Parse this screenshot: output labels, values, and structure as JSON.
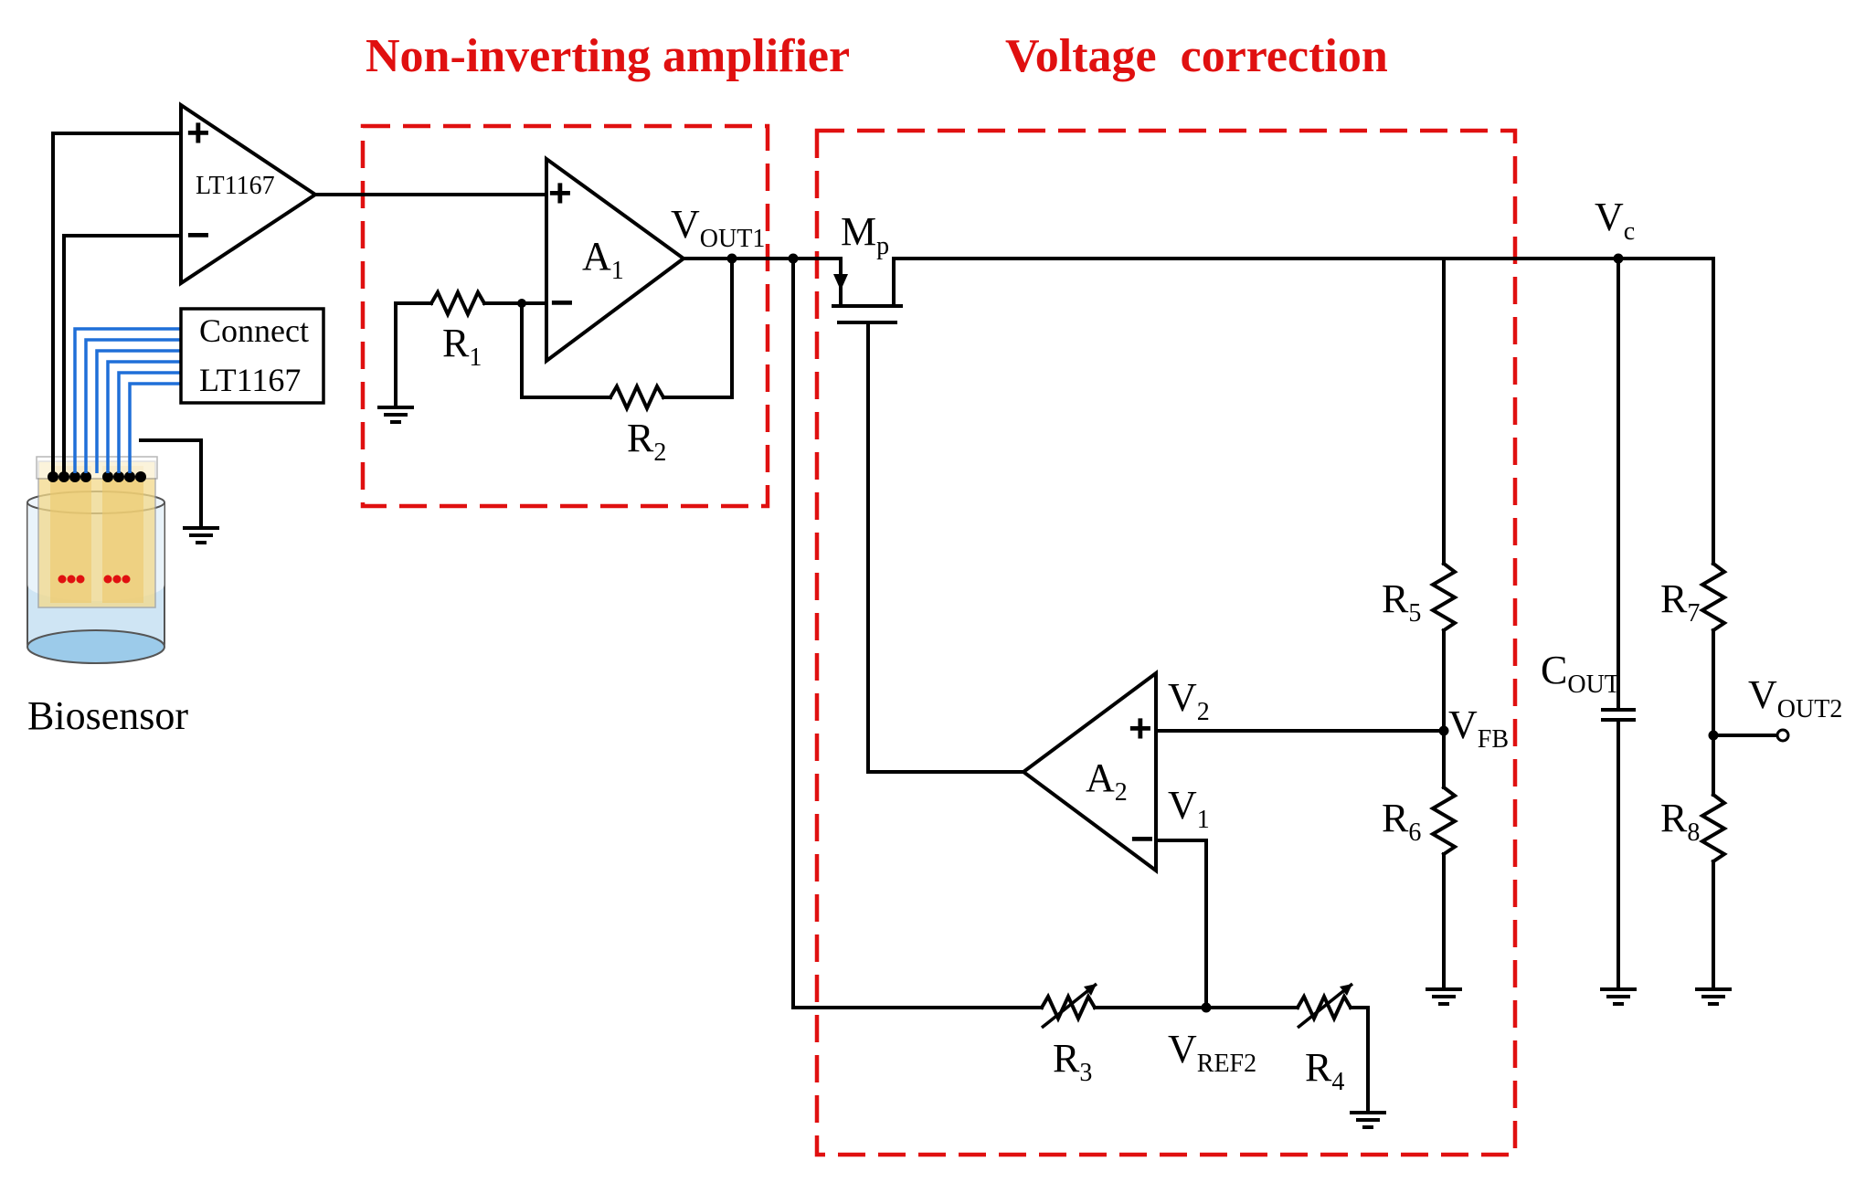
{
  "titles": {
    "amplifier": "Non-inverting amplifier",
    "correction": "Voltage  correction"
  },
  "colors": {
    "dashed_box": "#e01010",
    "sensor_wires": "#1f6fd8",
    "electrode_dots": "#e01010"
  },
  "components": {
    "ina": "LT1167",
    "connect_line1": "Connect",
    "connect_line2": "LT1167",
    "biosensor": "Biosensor",
    "plus": "+",
    "minus": "−"
  },
  "labels": {
    "a1": {
      "main": "A",
      "sub": "1"
    },
    "a2": {
      "main": "A",
      "sub": "2"
    },
    "r1": {
      "main": "R",
      "sub": "1"
    },
    "r2": {
      "main": "R",
      "sub": "2"
    },
    "r3": {
      "main": "R",
      "sub": "3"
    },
    "r4": {
      "main": "R",
      "sub": "4"
    },
    "r5": {
      "main": "R",
      "sub": "5"
    },
    "r6": {
      "main": "R",
      "sub": "6"
    },
    "r7": {
      "main": "R",
      "sub": "7"
    },
    "r8": {
      "main": "R",
      "sub": "8"
    },
    "vout1": {
      "main": "V",
      "sub": "OUT1"
    },
    "vout2": {
      "main": "V",
      "sub": "OUT2"
    },
    "mp": {
      "main": "M",
      "sub": "p"
    },
    "vc": {
      "main": "V",
      "sub": "c"
    },
    "cout": {
      "main": "C",
      "sub": "OUT"
    },
    "vfb": {
      "main": "V",
      "sub": "FB"
    },
    "v1": {
      "main": "V",
      "sub": "1"
    },
    "v2": {
      "main": "V",
      "sub": "2"
    },
    "vref2": {
      "main": "V",
      "sub": "REF2"
    }
  }
}
